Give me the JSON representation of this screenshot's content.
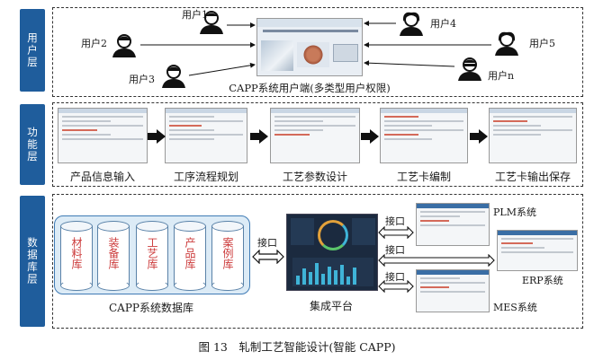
{
  "layers": {
    "user": "用户层",
    "function": "功能层",
    "data": "数据库层"
  },
  "users": {
    "u1": "用户1",
    "u2": "用户2",
    "u3": "用户3",
    "u4": "用户4",
    "u5": "用户5",
    "un": "用户n"
  },
  "client_label": "CAPP系统用户端(多类型用户权限)",
  "functions": [
    "产品信息输入",
    "工序流程规划",
    "工艺参数设计",
    "工艺卡编制",
    "工艺卡输出保存"
  ],
  "databases": [
    "材料库",
    "装备库",
    "工艺库",
    "产品库",
    "案例库"
  ],
  "database_label": "CAPP系统数据库",
  "platform_label": "集成平台",
  "interface_label": "接口",
  "systems": [
    "PLM系统",
    "ERP系统",
    "MES系统"
  ],
  "caption": "图 13　轧制工艺智能设计(智能 CAPP)"
}
